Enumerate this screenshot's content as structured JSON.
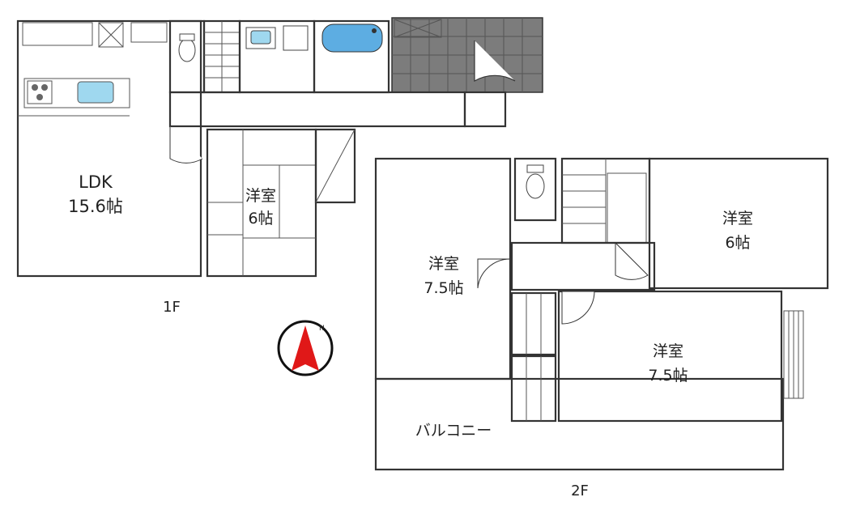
{
  "floor1": {
    "label": "1F",
    "ldk": {
      "name": "LDK",
      "size": "15.6帖"
    },
    "japanese_room": {
      "name": "洋室",
      "size": "6帖"
    }
  },
  "floor2": {
    "label": "2F",
    "room_west": {
      "name": "洋室",
      "size": "7.5帖"
    },
    "room_ne": {
      "name": "洋室",
      "size": "6帖"
    },
    "room_se": {
      "name": "洋室",
      "size": "7.5帖"
    },
    "balcony": {
      "name": "バルコニー"
    }
  },
  "compass": {
    "north_label": "N"
  },
  "colors": {
    "room": "#f6b385",
    "tatami": "#c8ec87",
    "wet": "#a9e3f0",
    "hall": "#fff3d6",
    "closet": "#fbd877",
    "tile": "#7c7c7c",
    "balcony": "#dcdcdc",
    "arrow": "#e01818"
  }
}
